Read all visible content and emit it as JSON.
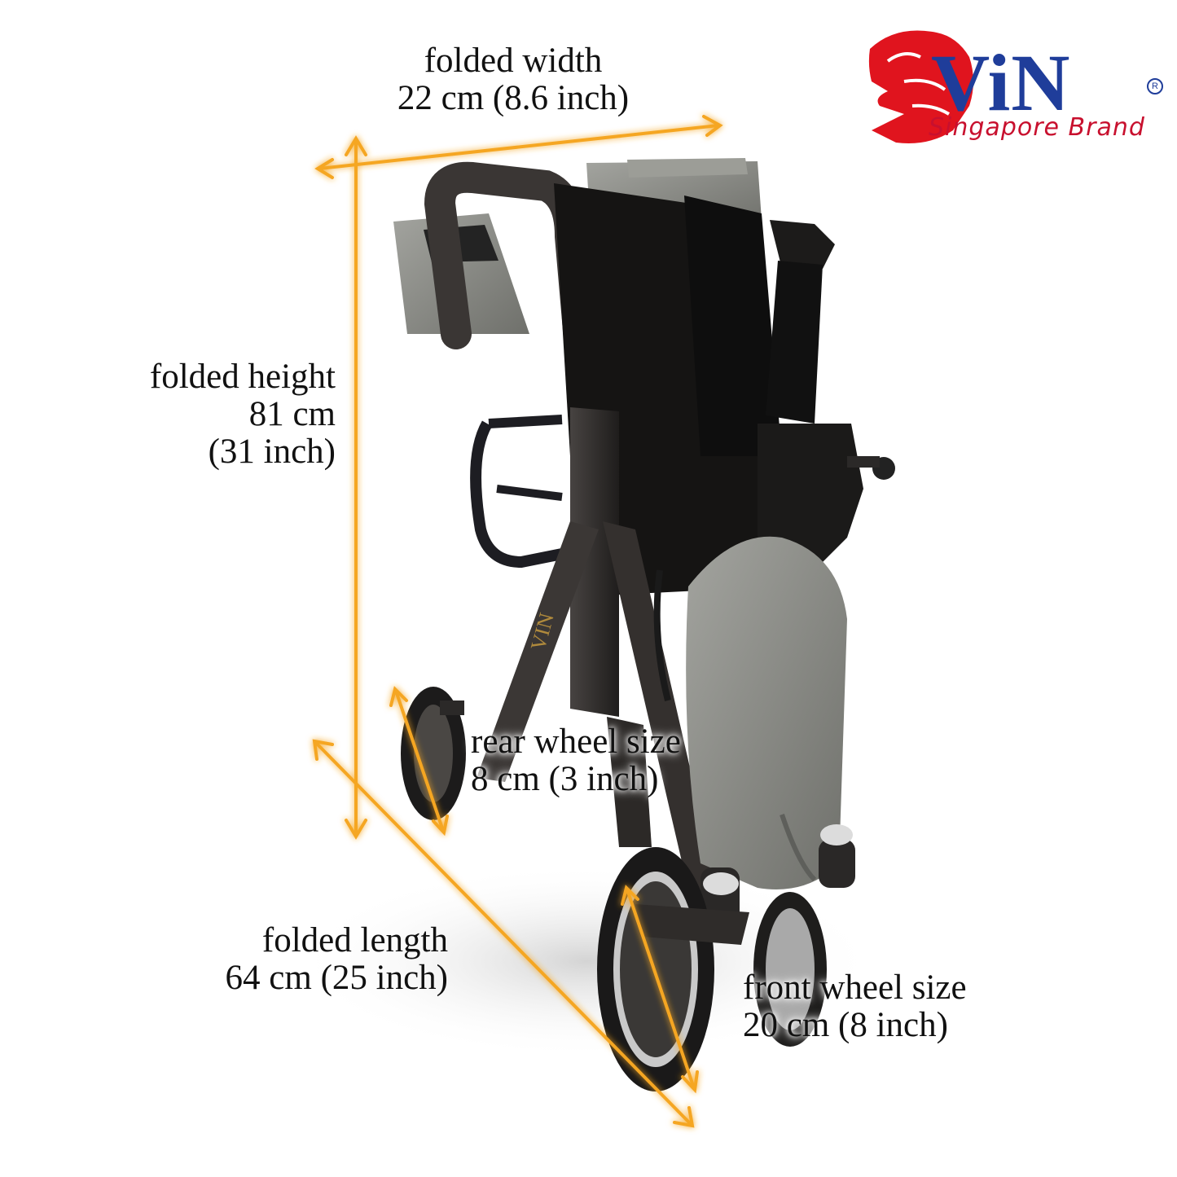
{
  "brand": {
    "name": "ViN",
    "registered_mark": "R",
    "tagline": "Singapore Brand",
    "logo_icon": "lion-head-icon",
    "colors": {
      "primary": "#1f3d9a",
      "accent": "#c8102e"
    }
  },
  "product": {
    "frame_mark": "VIN",
    "image_icon": "folded-rollator-icon"
  },
  "dimensions": {
    "width": {
      "line1": "folded width",
      "line2": "22 cm (8.6 inch)"
    },
    "height": {
      "line1": "folded height",
      "line2": "81 cm",
      "line3": "(31 inch)"
    },
    "length": {
      "line1": "folded length",
      "line2": "64 cm (25 inch)"
    },
    "rear_wheel": {
      "line1": "rear wheel size",
      "line2": "8 cm (3 inch)"
    },
    "front_wheel": {
      "line1": "front wheel size",
      "line2": "20 cm (8 inch)"
    }
  },
  "colors": {
    "measure_line": "#f5a623",
    "measure_glow": "#ffcf7a",
    "frame": "#2e2b29",
    "fabric": "#8d8e89"
  }
}
